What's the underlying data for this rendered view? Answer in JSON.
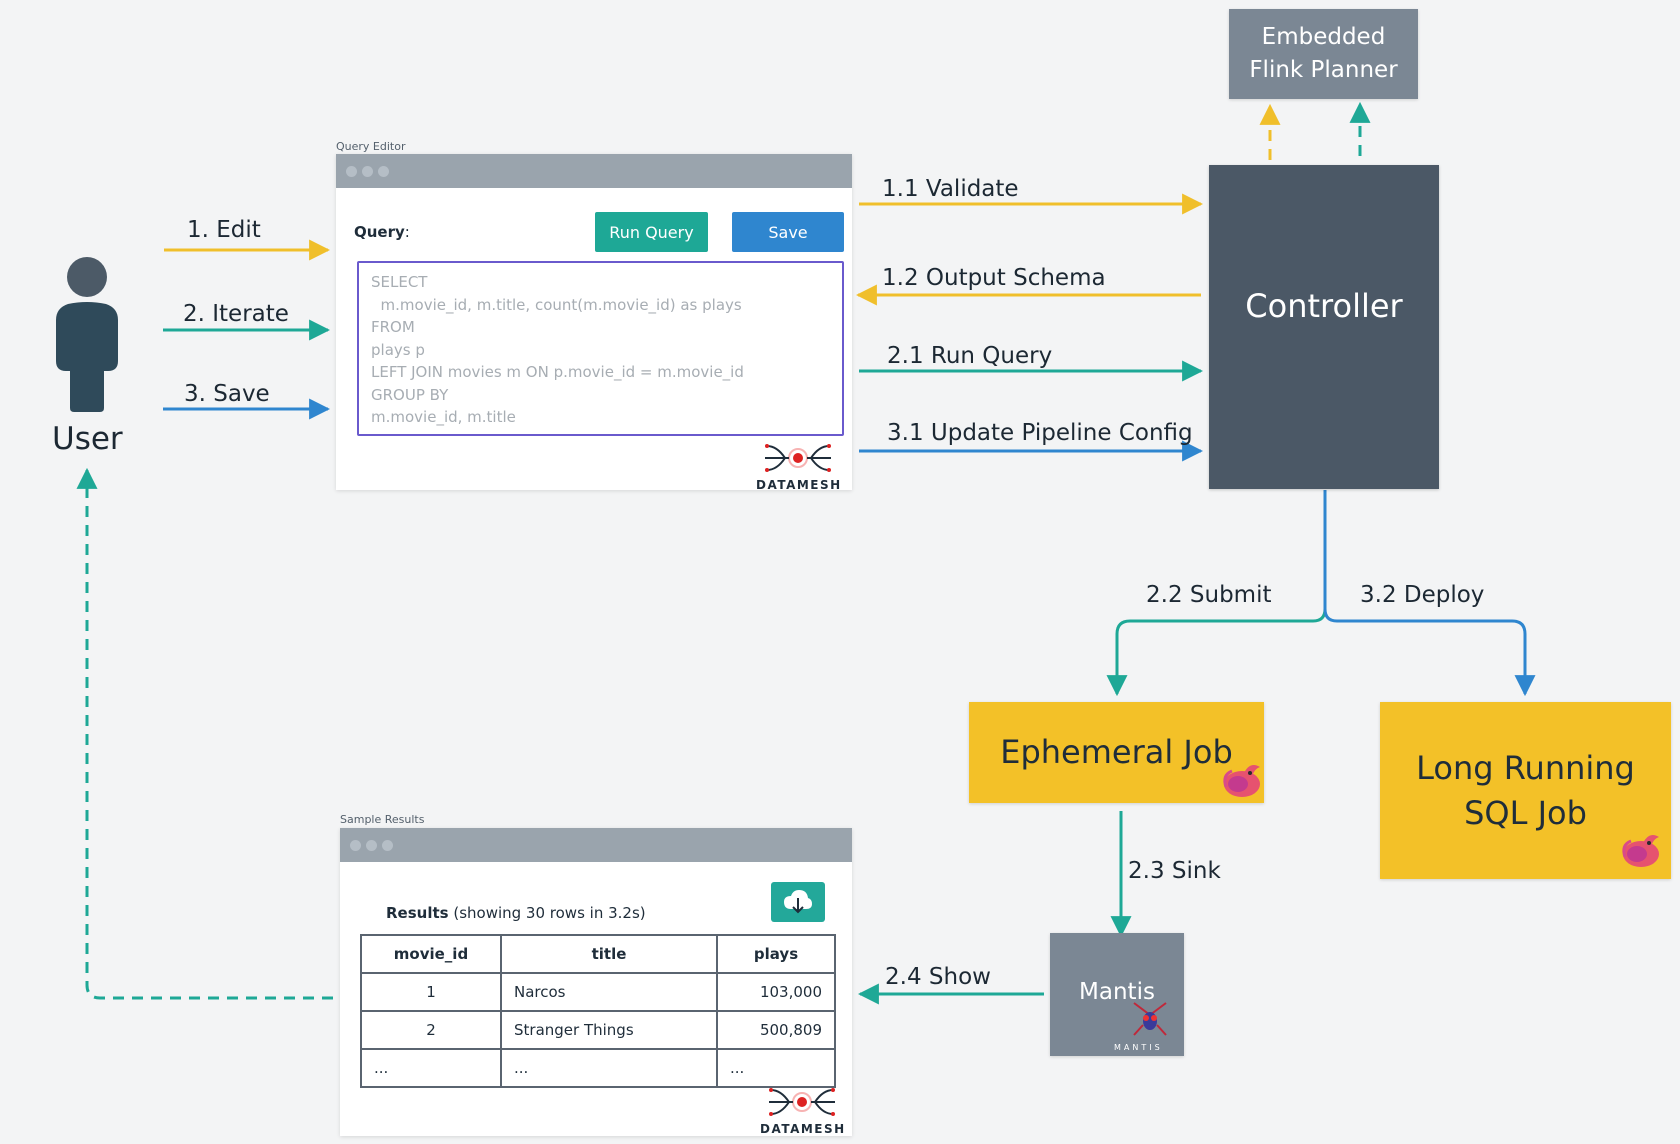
{
  "user": {
    "label": "User"
  },
  "flows": {
    "edit": "1. Edit",
    "iterate": "2. Iterate",
    "save": "3. Save",
    "validate": "1.1 Validate",
    "output_schema": "1.2 Output Schema",
    "run_query": "2.1 Run Query",
    "update_pipeline": "3.1 Update Pipeline Config",
    "submit": "2.2 Submit",
    "deploy": "3.2 Deploy",
    "sink": "2.3 Sink",
    "show": "2.4 Show"
  },
  "planner": {
    "line1": "Embedded",
    "line2": "Flink Planner"
  },
  "controller": {
    "label": "Controller"
  },
  "ephemeral_job": {
    "label": "Ephemeral Job"
  },
  "long_running_job": {
    "line1": "Long Running",
    "line2": "SQL Job"
  },
  "mantis": {
    "label": "Mantis",
    "logo_text": "MANTIS"
  },
  "query_editor": {
    "caption": "Query Editor",
    "query_label": "Query",
    "query_colon": ":",
    "run_button": "Run Query",
    "save_button": "Save",
    "sql_lines": [
      "SELECT",
      "  m.movie_id, m.title, count(m.movie_id) as plays",
      "FROM",
      "plays p",
      "LEFT JOIN movies m ON p.movie_id = m.movie_id",
      "GROUP BY",
      "m.movie_id, m.title"
    ]
  },
  "sample_results": {
    "caption": "Sample Results",
    "heading_bold": "Results",
    "heading_rest": " (showing 30 rows in 3.2s)",
    "columns": [
      "movie_id",
      "title",
      "plays"
    ],
    "rows": [
      [
        "1",
        "Narcos",
        "103,000"
      ],
      [
        "2",
        "Stranger Things",
        "500,809"
      ],
      [
        "...",
        "...",
        "..."
      ]
    ]
  },
  "logo": {
    "text": "DATAMESH"
  },
  "colors": {
    "yellow": "#f0bf2b",
    "teal": "#1ea896",
    "blue": "#2f86cf",
    "controller": "#4b5866",
    "job": "#f3c128"
  }
}
